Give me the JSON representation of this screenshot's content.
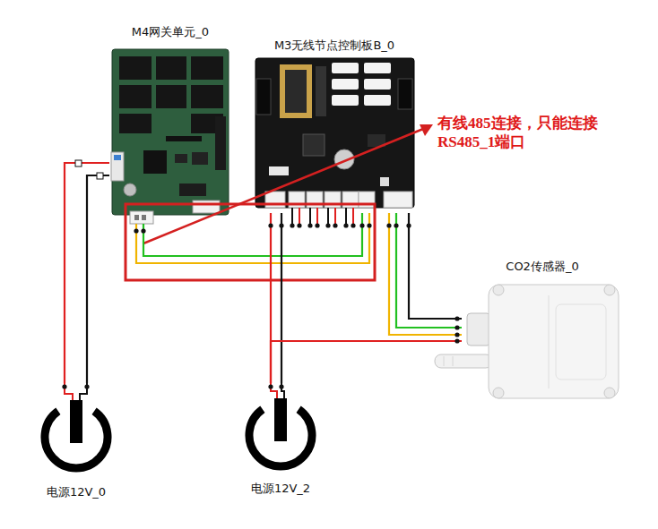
{
  "diagram": {
    "nodes": [
      {
        "text": [
          "M4网关单元_0"
        ]
      },
      {
        "text": [
          "M3无线节点控制板B_0"
        ]
      },
      {
        "text": [
          "CO2传感器_0"
        ]
      },
      {
        "text": [
          "电源12V_0"
        ]
      },
      {
        "text": [
          "电源12V_2"
        ]
      }
    ],
    "edges": [
      {
        "from": 3,
        "to": 0,
        "arrow": "none"
      },
      {
        "from": 0,
        "to": 1,
        "arrow": "none"
      },
      {
        "from": 4,
        "to": 1,
        "arrow": "none"
      },
      {
        "from": 1,
        "to": 2,
        "arrow": "none"
      },
      {
        "from": 4,
        "to": 2,
        "arrow": "none"
      }
    ],
    "labels": [
      "有线485连接，只能连接 RS485_1端口"
    ]
  }
}
